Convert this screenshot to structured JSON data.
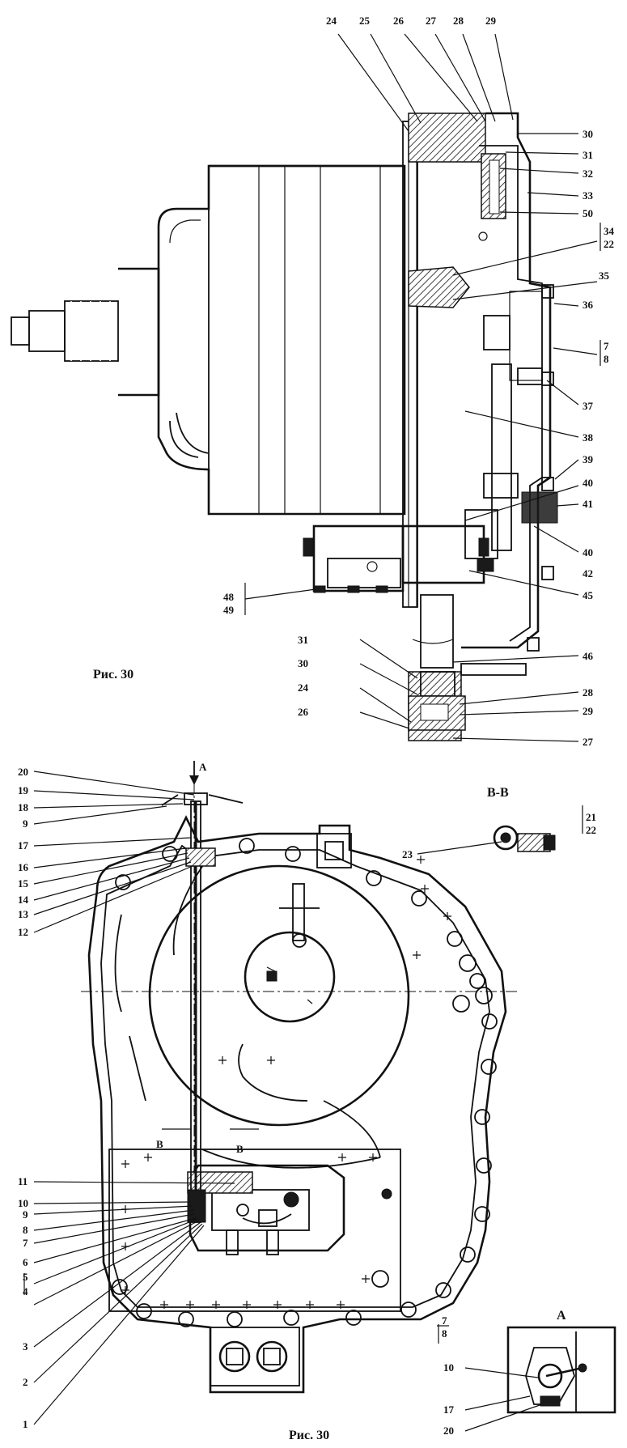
{
  "captions": {
    "top": "Рис. 30",
    "bottom": "Рис. 30",
    "section_bb": "В-В",
    "section_a": "А",
    "section_a_arrow": "А",
    "cut_b_left": "В",
    "cut_b_right": "В"
  },
  "top_callouts": {
    "c24": "24",
    "c25": "25",
    "c26": "26",
    "c27": "27",
    "c28": "28",
    "c29": "29",
    "c30": "30",
    "c31": "31",
    "c32": "32",
    "c33": "33",
    "c50": "50",
    "c34": "34",
    "c22": "22",
    "c35": "35",
    "c36": "36",
    "c7": "7",
    "c8": "8",
    "c37": "37",
    "c38": "38",
    "c39": "39",
    "c40a": "40",
    "c41": "41",
    "c40b": "40",
    "c42": "42",
    "c45": "45",
    "c48": "48",
    "c49": "49",
    "c46": "46",
    "c31b": "31",
    "c30b": "30",
    "c24b": "24",
    "c26b": "26",
    "c28b": "28",
    "c29b": "29",
    "c27b": "27"
  },
  "bottom_callouts": {
    "b20": "20",
    "b19": "19",
    "b18": "18",
    "b9": "9",
    "b17": "17",
    "b16": "16",
    "b15": "15",
    "b14": "14",
    "b13": "13",
    "b12": "12",
    "b11": "11",
    "b10": "10",
    "b9b": "9",
    "b8": "8",
    "b7": "7",
    "b6": "6",
    "b5": "5",
    "b4": "4",
    "b3": "3",
    "b2": "2",
    "b1": "1",
    "b21": "21",
    "b22": "22",
    "b23": "23",
    "a7": "7",
    "a8": "8",
    "a10": "10",
    "a17": "17",
    "a20": "20"
  }
}
